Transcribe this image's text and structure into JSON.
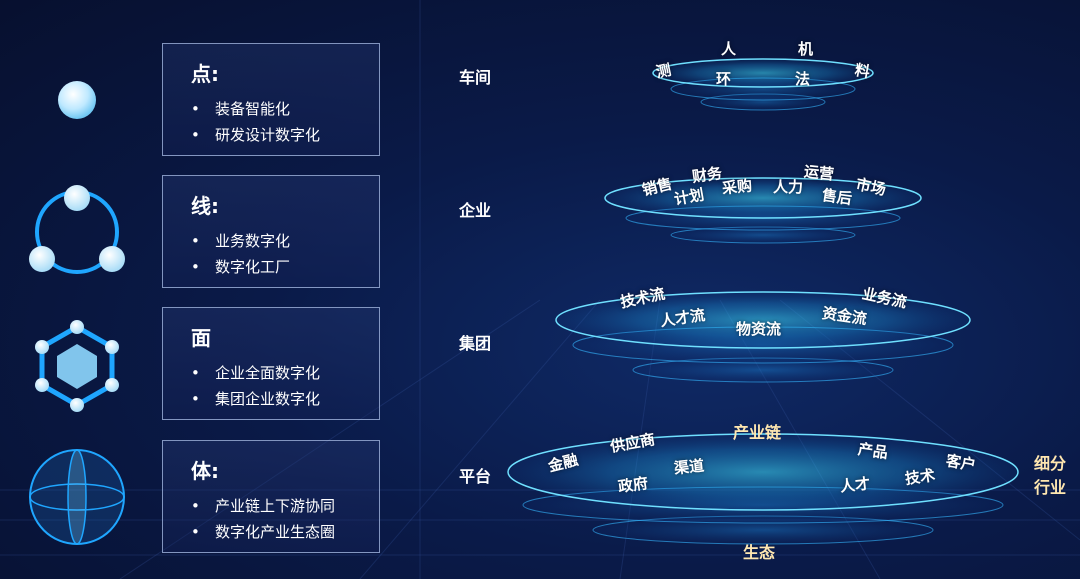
{
  "levels": [
    {
      "title": "点:",
      "items": [
        "装备智能化",
        "研发设计数字化"
      ],
      "icon": "sphere-icon"
    },
    {
      "title": "线:",
      "items": [
        "业务数字化",
        "数字化工厂"
      ],
      "icon": "triangle-nodes-icon"
    },
    {
      "title": "面",
      "items": [
        "企业全面数字化",
        "集团企业数字化"
      ],
      "icon": "hexagon-nodes-icon"
    },
    {
      "title": "体:",
      "items": [
        "产业链上下游协同",
        "数字化产业生态圈"
      ],
      "icon": "globe-icon"
    }
  ],
  "tiers": {
    "workshop": {
      "label": "车间",
      "tags": [
        "人",
        "机",
        "测",
        "环",
        "法",
        "料"
      ]
    },
    "enterprise": {
      "label": "企业",
      "tags": [
        "销售",
        "财务",
        "计划",
        "采购",
        "人力",
        "运营",
        "售后",
        "市场"
      ]
    },
    "group": {
      "label": "集团",
      "tags": [
        "技术流",
        "人才流",
        "物资流",
        "资金流",
        "业务流"
      ]
    },
    "platform": {
      "label": "平台",
      "tags": [
        "金融",
        "供应商",
        "政府",
        "渠道",
        "产业链",
        "产品",
        "人才",
        "技术",
        "客户"
      ],
      "bottom_label": "生态",
      "side_label": "细分行业"
    }
  },
  "colors": {
    "accent": "#28c6ff",
    "gold": "#ffe7b0",
    "bg": "#0a1a48"
  }
}
